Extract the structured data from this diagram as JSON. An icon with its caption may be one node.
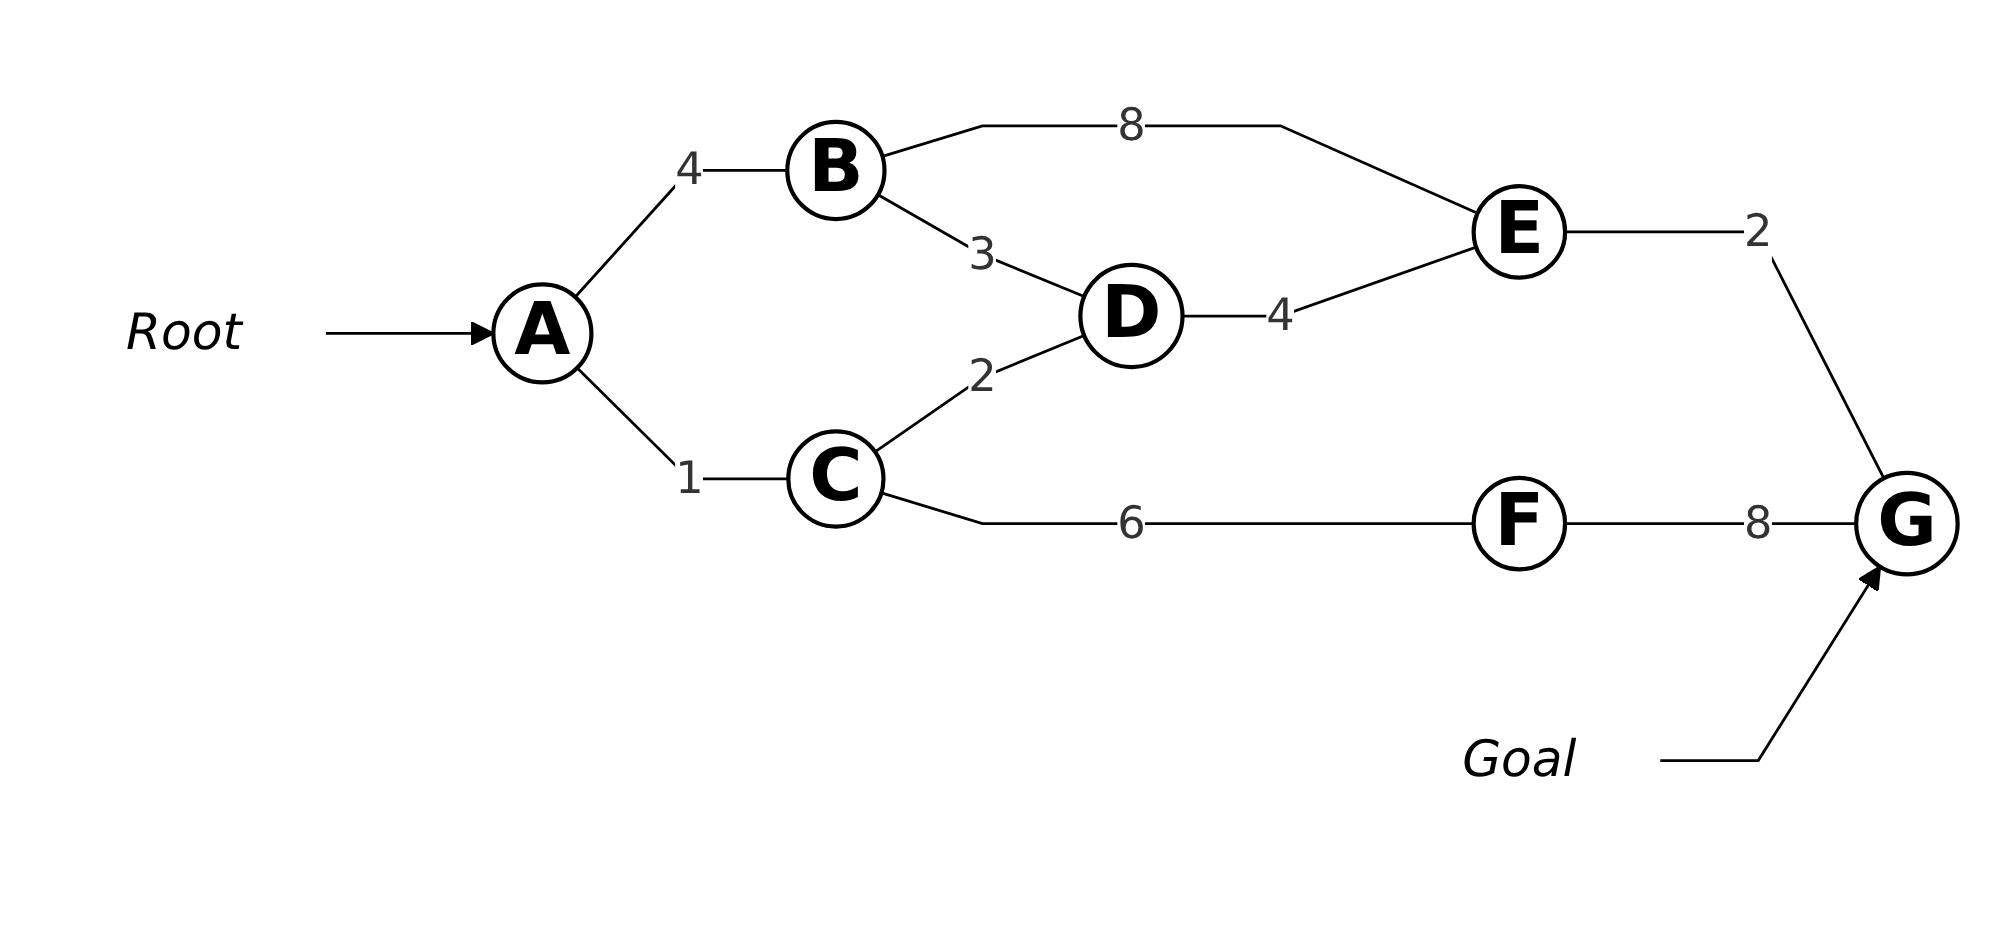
{
  "diagram": {
    "nodes": [
      {
        "text": [
          "A"
        ]
      },
      {
        "text": [
          "B"
        ]
      },
      {
        "text": [
          "C"
        ]
      },
      {
        "text": [
          "D"
        ]
      },
      {
        "text": [
          "E"
        ]
      },
      {
        "text": [
          "F"
        ]
      },
      {
        "text": [
          "G"
        ]
      },
      {
        "text": [
          "Root"
        ]
      },
      {
        "text": [
          "Goal"
        ]
      }
    ],
    "edges": [
      {
        "from": 7,
        "to": 0,
        "arrow": "to"
      },
      {
        "from": 0,
        "to": 1,
        "arrow": "none",
        "label": "4"
      },
      {
        "from": 0,
        "to": 2,
        "arrow": "none",
        "label": "1"
      },
      {
        "from": 1,
        "to": 3,
        "arrow": "none",
        "label": "3"
      },
      {
        "from": 1,
        "to": 4,
        "arrow": "none",
        "label": "8"
      },
      {
        "from": 2,
        "to": 3,
        "arrow": "none",
        "label": "2"
      },
      {
        "from": 2,
        "to": 5,
        "arrow": "none",
        "label": "6"
      },
      {
        "from": 3,
        "to": 4,
        "arrow": "none",
        "label": "4"
      },
      {
        "from": 4,
        "to": 6,
        "arrow": "none",
        "label": "2"
      },
      {
        "from": 5,
        "to": 6,
        "arrow": "none",
        "label": "8"
      },
      {
        "from": 8,
        "to": 6,
        "arrow": "to"
      }
    ]
  }
}
